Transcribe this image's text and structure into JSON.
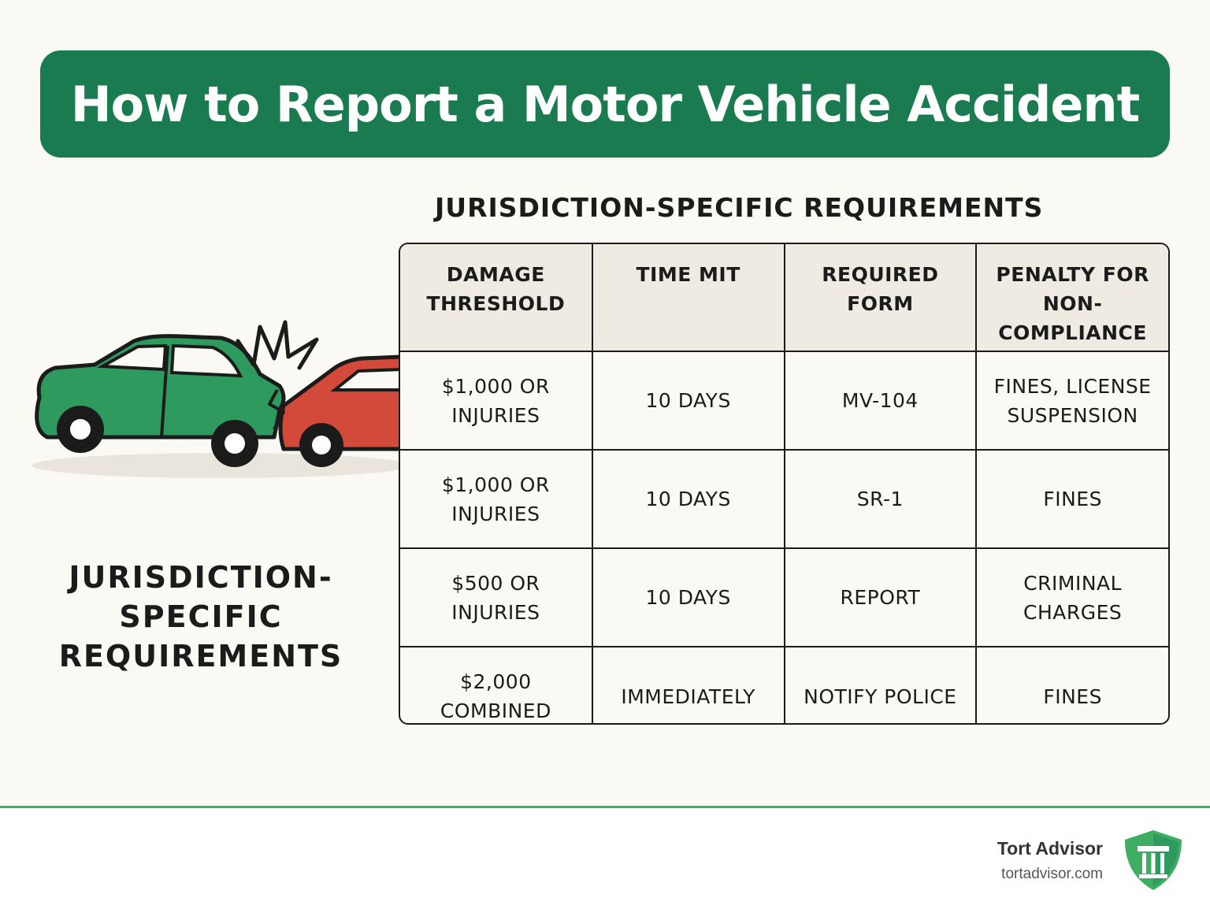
{
  "header": {
    "title": "How to Report a Motor Vehicle Accident"
  },
  "table": {
    "title": "JURISDICTION-SPECIFIC REQUIREMENTS",
    "columns": [
      "DAMAGE THRESHOLD",
      "TIME MIT",
      "REQUIRED FORM",
      "PENALTY FOR NON-COMPLIANCE"
    ],
    "rows": [
      [
        "$1,000 OR INJURIES",
        "10 DAYS",
        "MV-104",
        "FINES, LICENSE SUSPENSION"
      ],
      [
        "$1,000 OR INJURIES",
        "10 DAYS",
        "SR-1",
        "FINES"
      ],
      [
        "$500 OR INJURIES",
        "10 DAYS",
        "REPORT",
        "CRIMINAL CHARGES"
      ],
      [
        "$2,000 COMBINED",
        "IMMEDIATELY",
        "NOTIFY POLICE",
        "FINES"
      ]
    ]
  },
  "side_title": "JURISDICTION-SPECIFIC REQUIREMENTS",
  "footer": {
    "brand": "Tort Advisor",
    "url": "tortadvisor.com"
  },
  "colors": {
    "brand_green": "#1a7a50",
    "accent_green": "#3fae62",
    "car_green": "#2e9a5e",
    "car_red": "#d44a3a"
  },
  "icons": {
    "illustration": "car-collision-illustration",
    "logo": "shield-pillar-logo"
  }
}
